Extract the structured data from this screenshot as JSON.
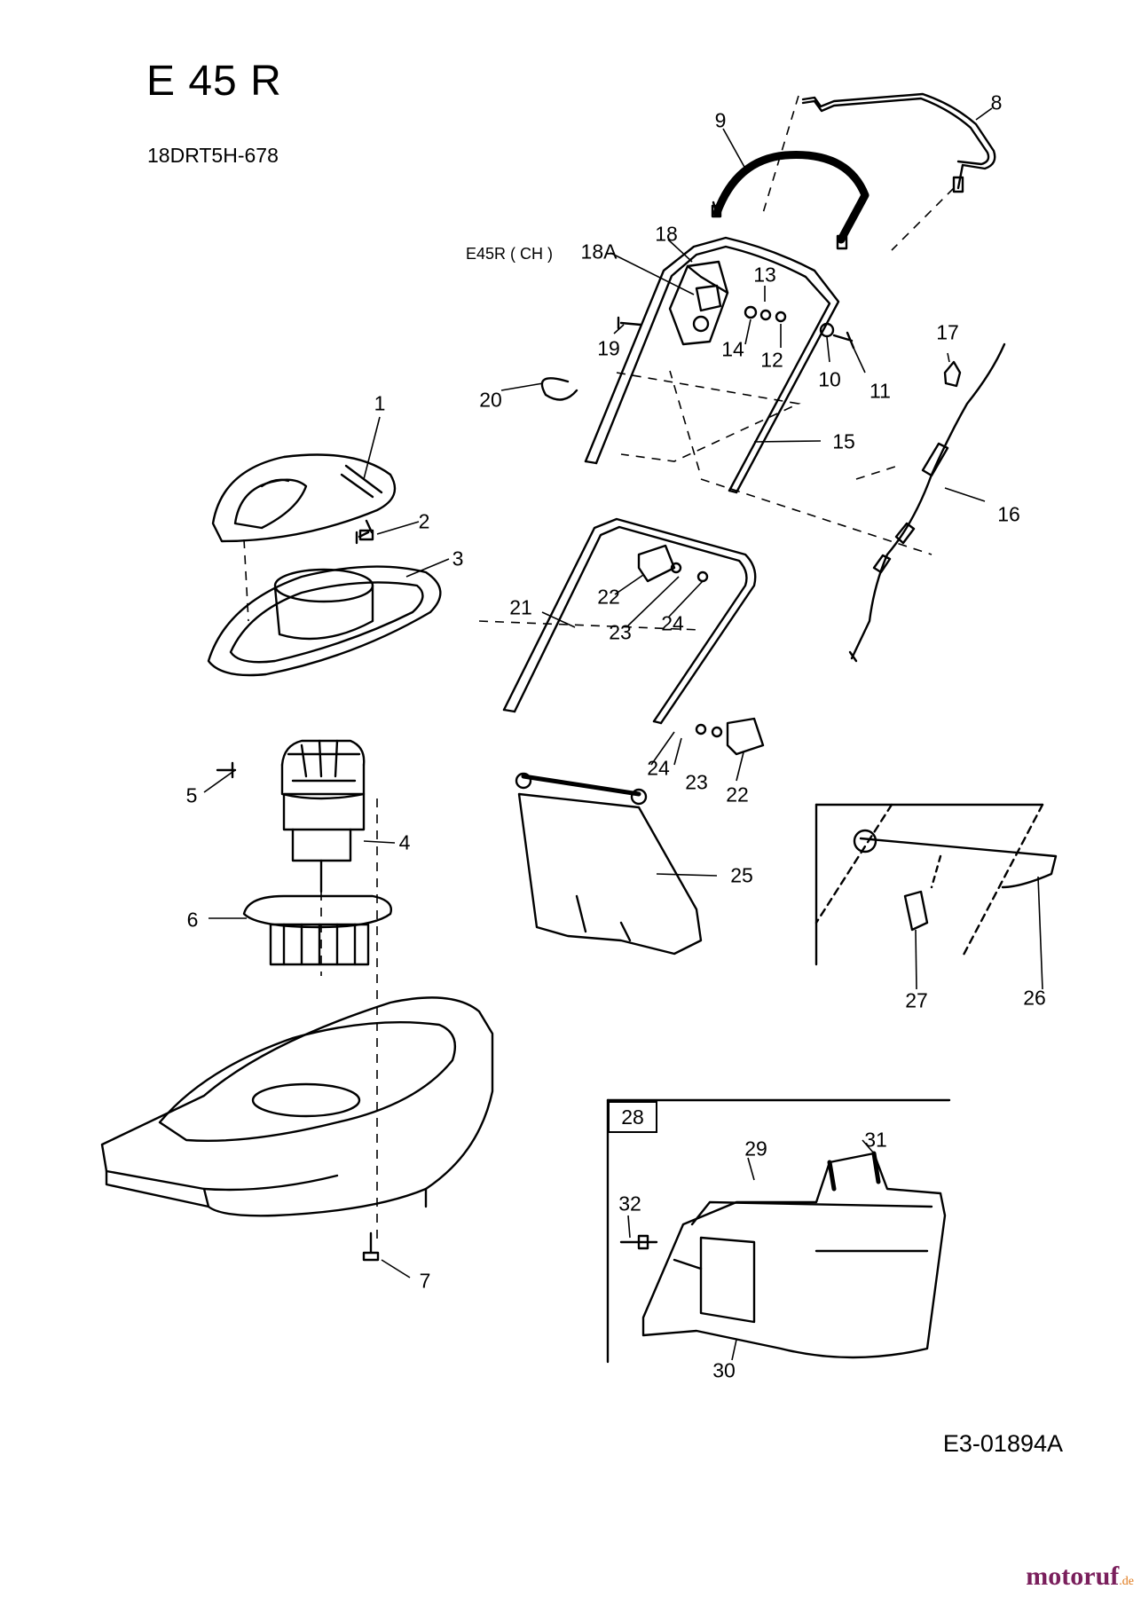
{
  "title": "E 45 R",
  "model_number": "18DRT5H-678",
  "variant_note": "E45R ( CH )",
  "drawing_number": "E3-01894A",
  "watermark": {
    "name": "motoruf",
    "tld": ".de"
  },
  "callouts": {
    "p1": "1",
    "p2": "2",
    "p3": "3",
    "p4": "4",
    "p5": "5",
    "p6": "6",
    "p7": "7",
    "p8": "8",
    "p9": "9",
    "p10": "10",
    "p11": "11",
    "p12": "12",
    "p13": "13",
    "p14": "14",
    "p15": "15",
    "p16": "16",
    "p17": "17",
    "p18": "18",
    "p18a": "18A",
    "p19": "19",
    "p20": "20",
    "p21": "21",
    "p22a": "22",
    "p22b": "22",
    "p23a": "23",
    "p23b": "23",
    "p24a": "24",
    "p24b": "24",
    "p25": "25",
    "p26": "26",
    "p27": "27",
    "p28": "28",
    "p29": "29",
    "p30": "30",
    "p31": "31",
    "p32": "32"
  }
}
